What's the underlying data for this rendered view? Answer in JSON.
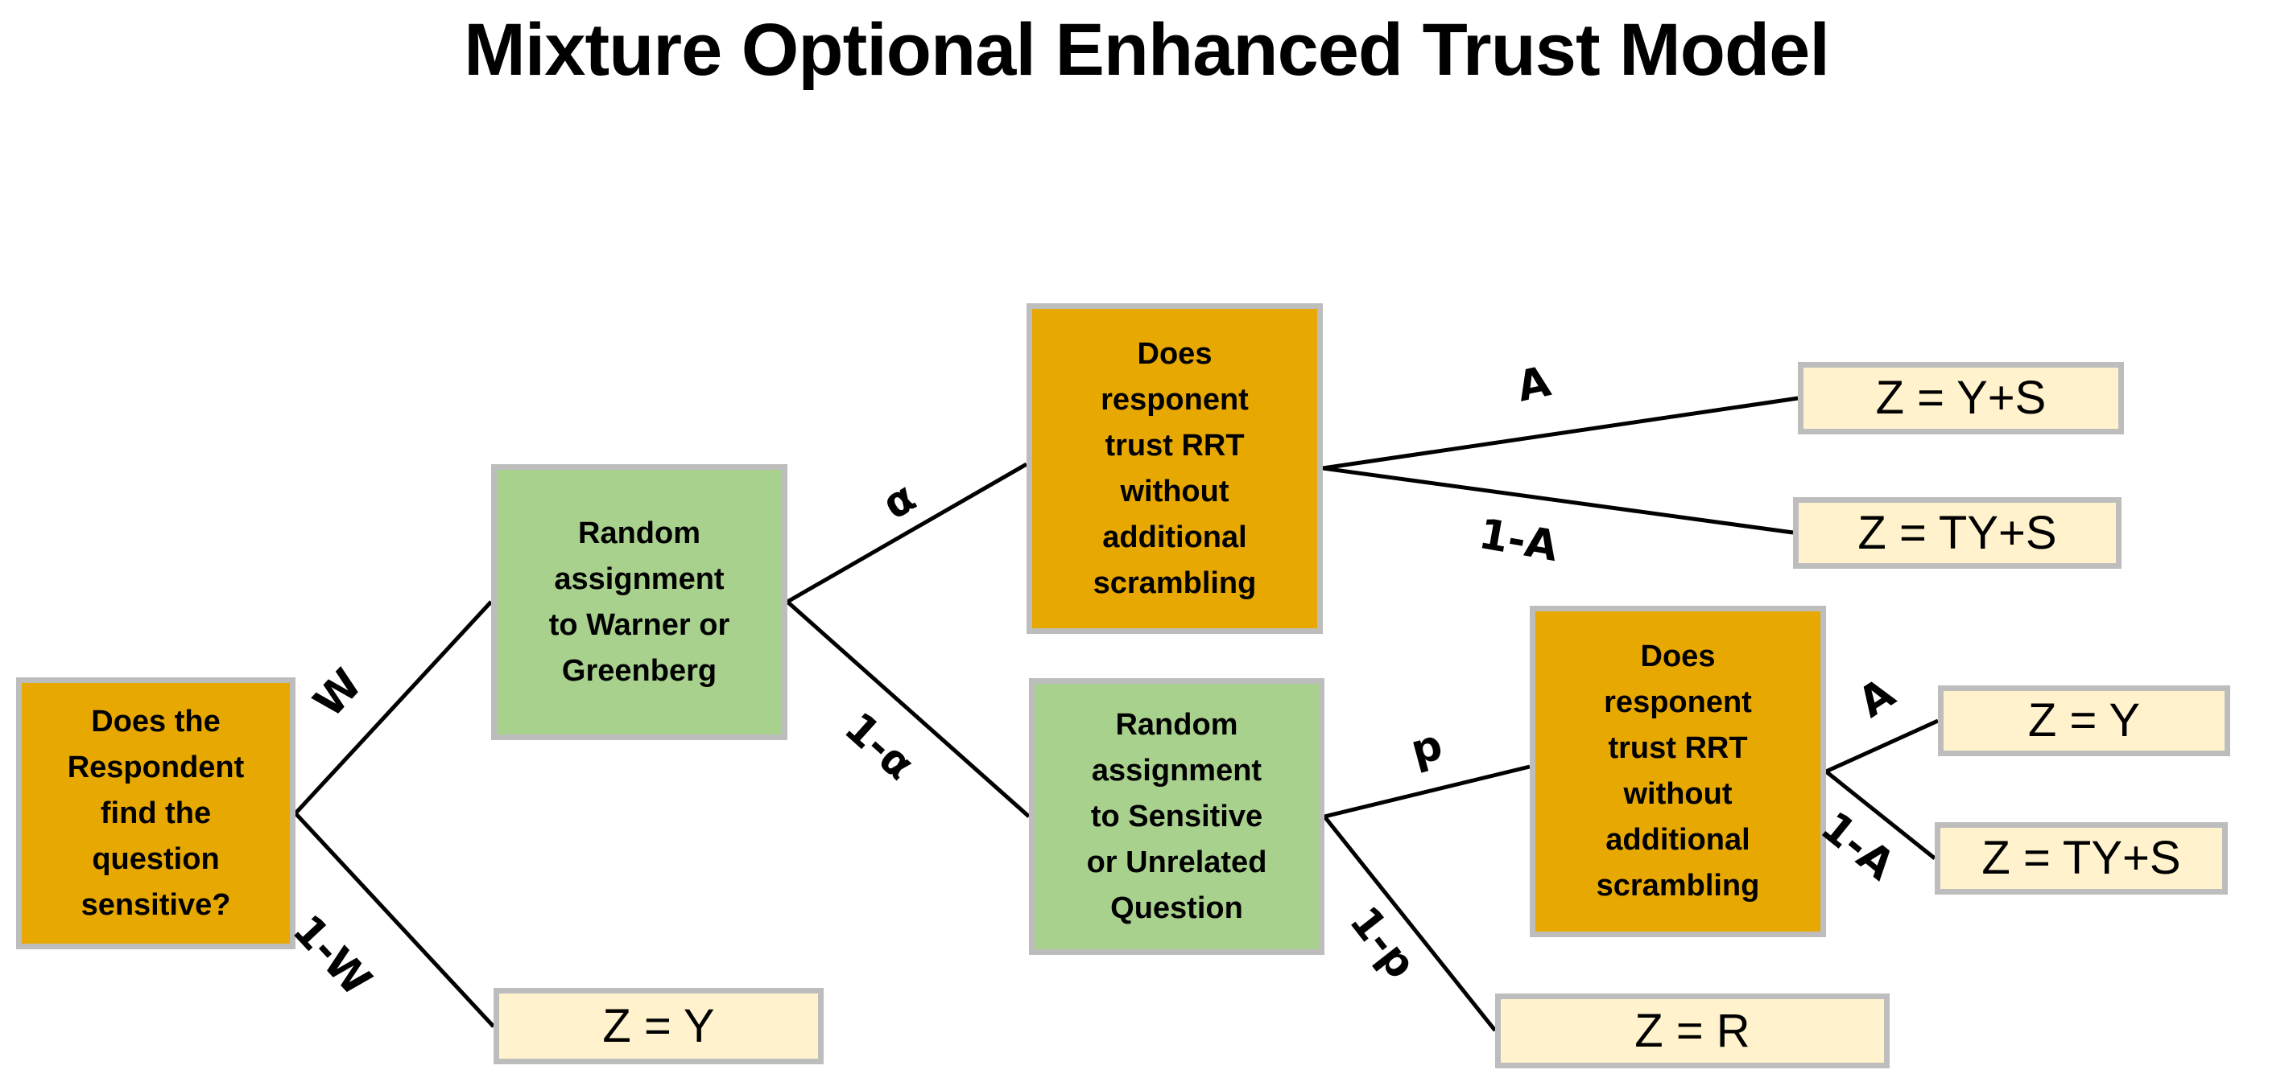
{
  "title": "Mixture Optional Enhanced Trust Model",
  "colors": {
    "question_fill": "#E8A802",
    "random_fill": "#A9D18E",
    "leaf_fill": "#FFF2CC",
    "border": "#BDBDBD",
    "line": "#000000",
    "text": "#000000"
  },
  "nodes": {
    "root_question": "Does the\nRespondent\nfind the\nquestion\nsensitive?",
    "warner_greenberg": "Random\nassignment\nto Warner or\nGreenberg",
    "trust_rrt_top": "Does\nresponent\ntrust RRT\nwithout\nadditional\nscrambling",
    "sensitive_unrelated": "Random\nassignment\nto Sensitive\nor Unrelated\nQuestion",
    "trust_rrt_right": "Does\nresponent\ntrust RRT\nwithout\nadditional\nscrambling"
  },
  "leaves": {
    "z_y_bottom": "Z = Y",
    "z_ys_top": "Z = Y+S",
    "z_tys_top": "Z = TY+S",
    "z_y_right": "Z = Y",
    "z_tys_right": "Z = TY+S",
    "z_r": "Z = R"
  },
  "edge_labels": {
    "w": "W",
    "one_minus_w": "1-W",
    "alpha": "α",
    "one_minus_alpha": "1-α",
    "p": "p",
    "one_minus_p": "1-p",
    "a_top": "A",
    "one_minus_a_top": "1-A",
    "a_right": "A",
    "one_minus_a_right": "1-A"
  }
}
